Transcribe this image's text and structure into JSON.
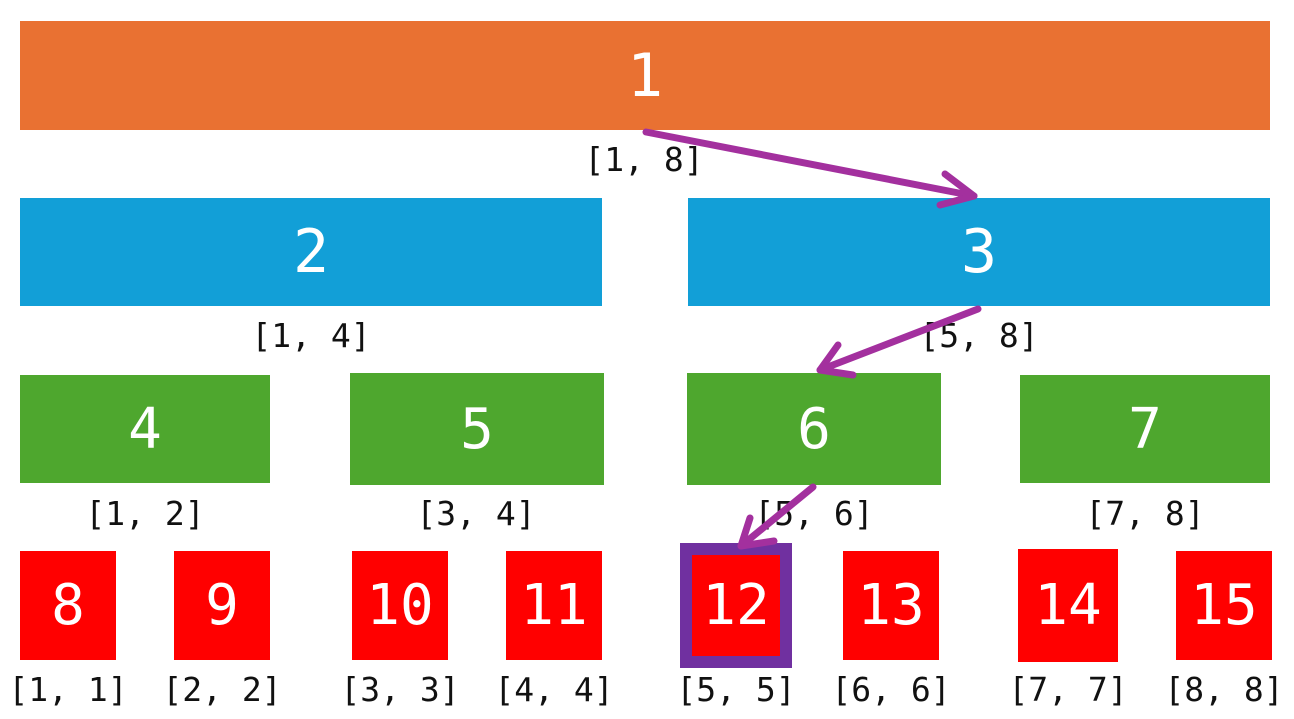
{
  "tree": {
    "node_1": {
      "label": "1",
      "range": "[1, 8]"
    },
    "node_2": {
      "label": "2",
      "range": "[1, 4]"
    },
    "node_3": {
      "label": "3",
      "range": "[5, 8]"
    },
    "node_4": {
      "label": "4",
      "range": "[1, 2]"
    },
    "node_5": {
      "label": "5",
      "range": "[3, 4]"
    },
    "node_6": {
      "label": "6",
      "range": "[5, 6]"
    },
    "node_7": {
      "label": "7",
      "range": "[7, 8]"
    },
    "node_8": {
      "label": "8",
      "range": "[1, 1]"
    },
    "node_9": {
      "label": "9",
      "range": "[2, 2]"
    },
    "node_10": {
      "label": "10",
      "range": "[3, 3]"
    },
    "node_11": {
      "label": "11",
      "range": "[4, 4]"
    },
    "node_12": {
      "label": "12",
      "range": "[5, 5]"
    },
    "node_13": {
      "label": "13",
      "range": "[6, 6]"
    },
    "node_14": {
      "label": "14",
      "range": "[7, 7]"
    },
    "node_15": {
      "label": "15",
      "range": "[8, 8]"
    }
  },
  "query_path": [
    "1",
    "3",
    "6",
    "12"
  ],
  "highlighted_node": "12",
  "colors": {
    "level_0": "#e97132",
    "level_1": "#129fd7",
    "level_2": "#4ea72e",
    "level_3": "#ff0000",
    "path_arrow": "#a3309e",
    "highlight_border": "#7030a0"
  }
}
